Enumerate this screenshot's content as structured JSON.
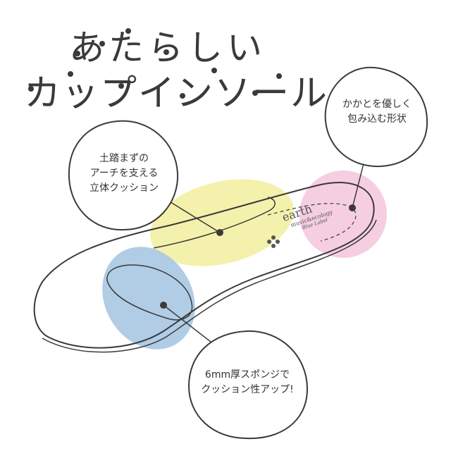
{
  "title": {
    "line1": "あたらしい",
    "line2": "カップインソール"
  },
  "callouts": [
    {
      "lines": [
        "かかとを優しく",
        "包み込む形状"
      ]
    },
    {
      "lines": [
        "土踏まずの",
        "アーチを支える",
        "立体クッション"
      ]
    },
    {
      "lines": [
        "6mm厚スポンジで",
        "クッション性アップ!"
      ]
    }
  ],
  "brand": {
    "name": "earth",
    "sub": "music&ecology",
    "script": "Blue Label"
  },
  "colors": {
    "heel_zone": "#f4c6dc",
    "arch_zone": "#f3f0a3",
    "forefoot_zone": "#a8c6e2",
    "outline": "#3a3a3a"
  }
}
